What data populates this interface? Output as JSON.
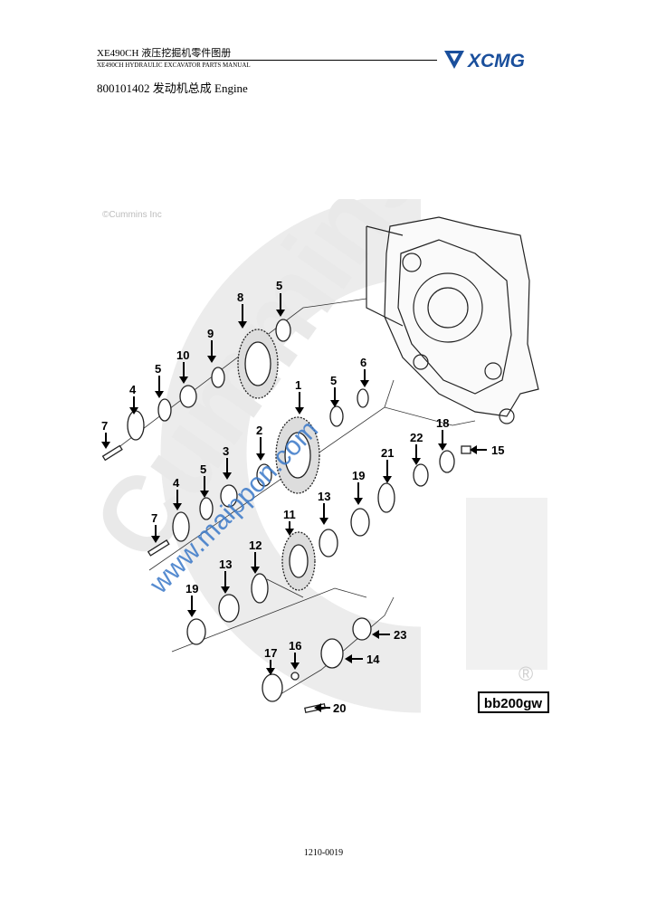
{
  "header": {
    "title_cn": "XE490CH  液压挖掘机零件图册",
    "title_en": "XE490CH HYDRAULIC EXCAVATOR PARTS MANUAL",
    "logo_text": "XCMG"
  },
  "section": {
    "title": "800101402 发动机总成 Engine"
  },
  "figure": {
    "copyright": "©Cummins Inc",
    "watermark": "www.maippon.com",
    "background_mark": "Cummins",
    "registered_mark": "®",
    "code_box": "bb200gw",
    "callouts": [
      "8",
      "5",
      "9",
      "10",
      "5",
      "4",
      "7",
      "1",
      "5",
      "6",
      "2",
      "3",
      "5",
      "4",
      "7",
      "18",
      "15",
      "22",
      "21",
      "19",
      "13",
      "11",
      "12",
      "13",
      "19",
      "23",
      "14",
      "16",
      "17",
      "20"
    ]
  },
  "footer": {
    "page_number": "1210-0019"
  },
  "colors": {
    "logo_blue": "#1a4f9c",
    "watermark_blue": "#3a78c8",
    "background_mark": "#ececec"
  }
}
